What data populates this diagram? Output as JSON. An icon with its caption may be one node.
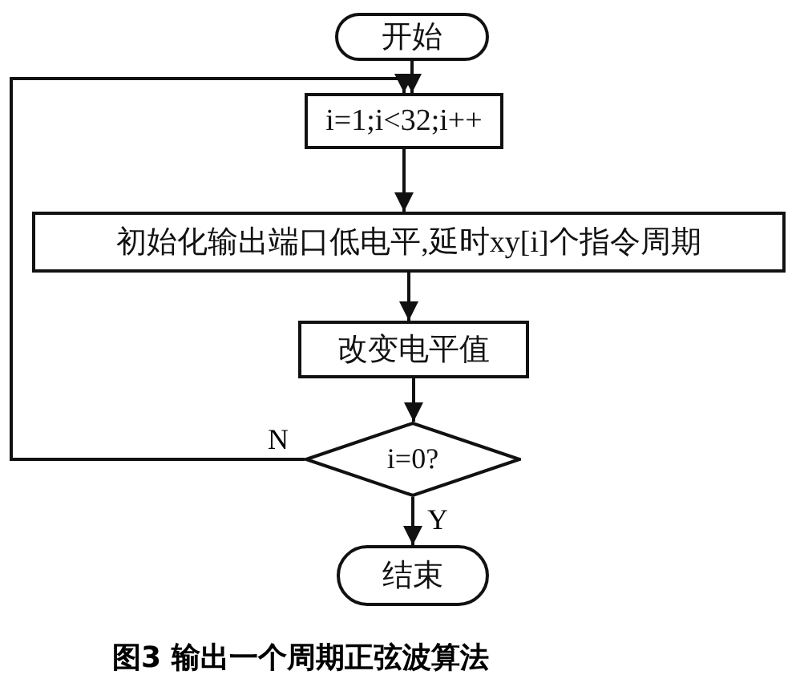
{
  "diagram": {
    "caption": "图3 输出一个周期正弦波算法",
    "nodes": [
      {
        "text": [
          "开始"
        ]
      },
      {
        "text": [
          "i=1;i<32;i++"
        ]
      },
      {
        "text": [
          "初始化输出端口低电平,延时xy[i]个指令周期"
        ]
      },
      {
        "text": [
          "改变电平值"
        ]
      },
      {
        "text": [
          "i=0?"
        ]
      },
      {
        "text": [
          "结束"
        ]
      }
    ],
    "edges": [
      {
        "from": 0,
        "to": 1,
        "arrow": "to"
      },
      {
        "from": 1,
        "to": 2,
        "arrow": "to"
      },
      {
        "from": 2,
        "to": 3,
        "arrow": "to"
      },
      {
        "from": 3,
        "to": 4,
        "arrow": "to"
      },
      {
        "from": 4,
        "to": 5,
        "arrow": "to",
        "label": "Y"
      },
      {
        "from": 4,
        "to": 1,
        "arrow": "to",
        "label": "N"
      }
    ]
  }
}
